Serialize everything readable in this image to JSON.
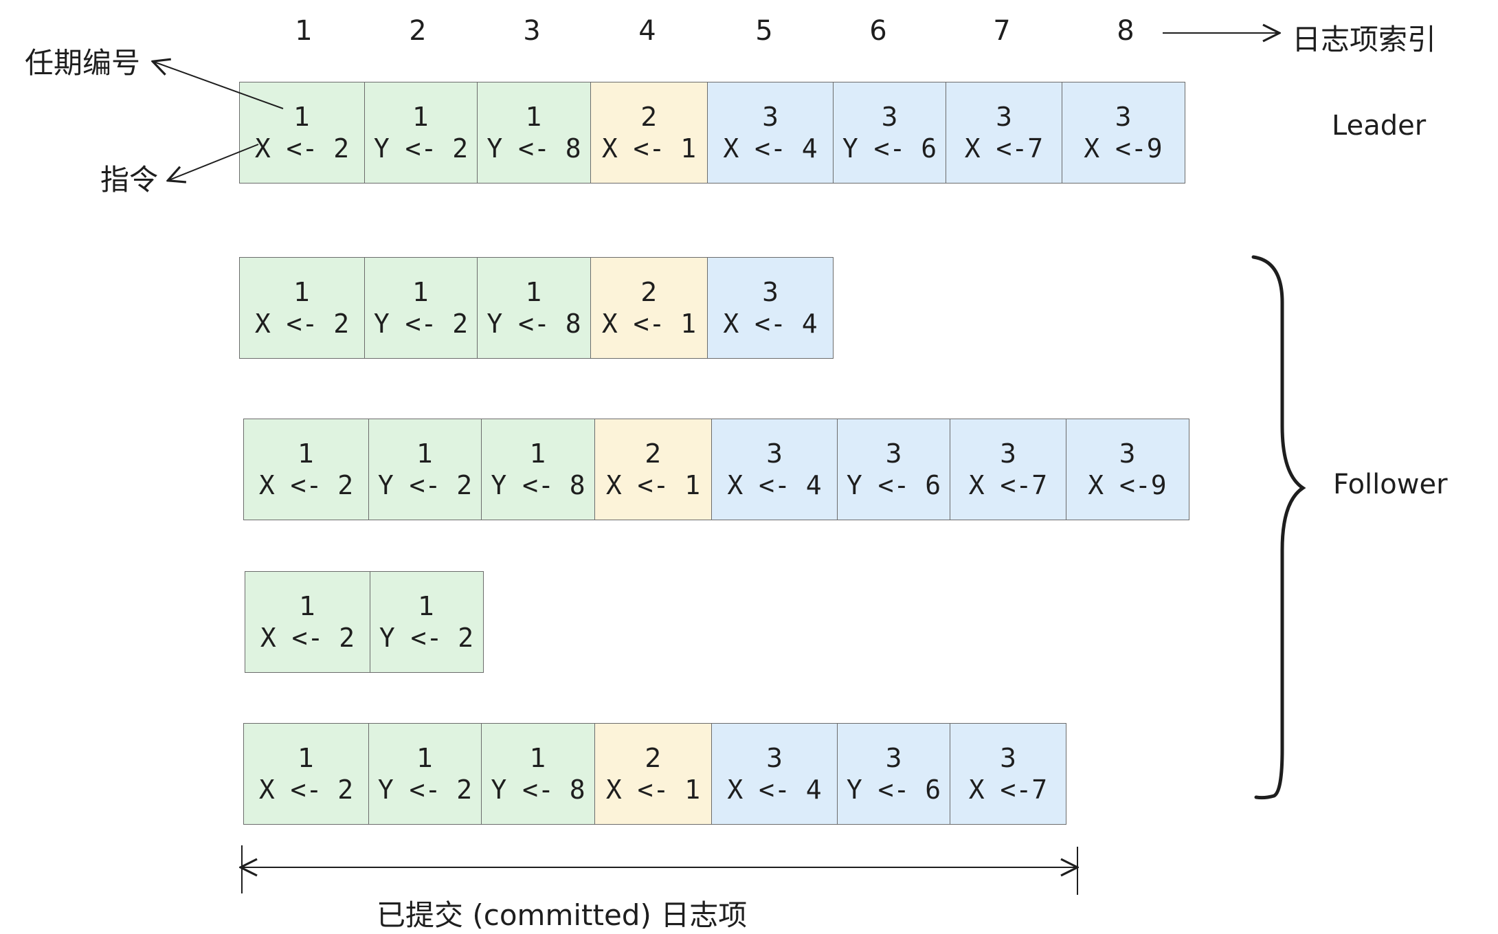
{
  "term_colors": {
    "1": "#dff3e0",
    "2": "#fcf3d9",
    "3": "#dcecfa"
  },
  "index_numbers": [
    "1",
    "2",
    "3",
    "4",
    "5",
    "6",
    "7",
    "8"
  ],
  "labels": {
    "index": "日志项索引",
    "term": "任期编号",
    "command": "指令",
    "committed": "已提交 (committed) 日志项",
    "leader": "Leader",
    "follower": "Follower"
  },
  "rows": [
    {
      "role": "leader",
      "entries": [
        {
          "term": "1",
          "cmd": "X <- 2"
        },
        {
          "term": "1",
          "cmd": "Y <- 2"
        },
        {
          "term": "1",
          "cmd": "Y <- 8"
        },
        {
          "term": "2",
          "cmd": "X <- 1"
        },
        {
          "term": "3",
          "cmd": "X <- 4"
        },
        {
          "term": "3",
          "cmd": "Y <- 6"
        },
        {
          "term": "3",
          "cmd": "X <-7"
        },
        {
          "term": "3",
          "cmd": "X <-9"
        }
      ]
    },
    {
      "role": "follower",
      "entries": [
        {
          "term": "1",
          "cmd": "X <- 2"
        },
        {
          "term": "1",
          "cmd": "Y <- 2"
        },
        {
          "term": "1",
          "cmd": "Y <- 8"
        },
        {
          "term": "2",
          "cmd": "X <- 1"
        },
        {
          "term": "3",
          "cmd": "X <- 4"
        }
      ]
    },
    {
      "role": "follower",
      "entries": [
        {
          "term": "1",
          "cmd": "X <- 2"
        },
        {
          "term": "1",
          "cmd": "Y <- 2"
        },
        {
          "term": "1",
          "cmd": "Y <- 8"
        },
        {
          "term": "2",
          "cmd": "X <- 1"
        },
        {
          "term": "3",
          "cmd": "X <- 4"
        },
        {
          "term": "3",
          "cmd": "Y <- 6"
        },
        {
          "term": "3",
          "cmd": "X <-7"
        },
        {
          "term": "3",
          "cmd": "X <-9"
        }
      ]
    },
    {
      "role": "follower",
      "entries": [
        {
          "term": "1",
          "cmd": "X <- 2"
        },
        {
          "term": "1",
          "cmd": "Y <- 2"
        }
      ]
    },
    {
      "role": "follower",
      "entries": [
        {
          "term": "1",
          "cmd": "X <- 2"
        },
        {
          "term": "1",
          "cmd": "Y <- 2"
        },
        {
          "term": "1",
          "cmd": "Y <- 8"
        },
        {
          "term": "2",
          "cmd": "X <- 1"
        },
        {
          "term": "3",
          "cmd": "X <- 4"
        },
        {
          "term": "3",
          "cmd": "Y <- 6"
        },
        {
          "term": "3",
          "cmd": "X <-7"
        }
      ]
    }
  ]
}
